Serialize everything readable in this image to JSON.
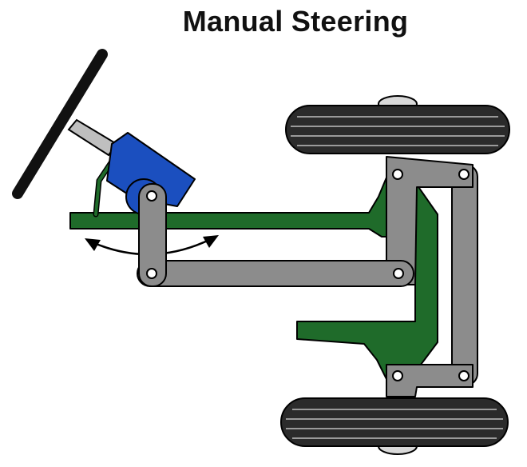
{
  "title": "Manual Steering",
  "colors": {
    "frame": "#1f6b2a",
    "linkage": "#8c8c8c",
    "steering_box": "#1b4fbf",
    "tire": "#2b2b2b",
    "hub": "#d9d9d9",
    "outline": "#000000"
  },
  "parts": [
    "steering-wheel",
    "steering-column",
    "steering-box",
    "pitman-arm",
    "drag-link",
    "steering-arm-upper",
    "tie-rod",
    "steering-arm-lower",
    "front-axle-frame",
    "wheel-upper",
    "wheel-lower",
    "rotation-arrow"
  ]
}
